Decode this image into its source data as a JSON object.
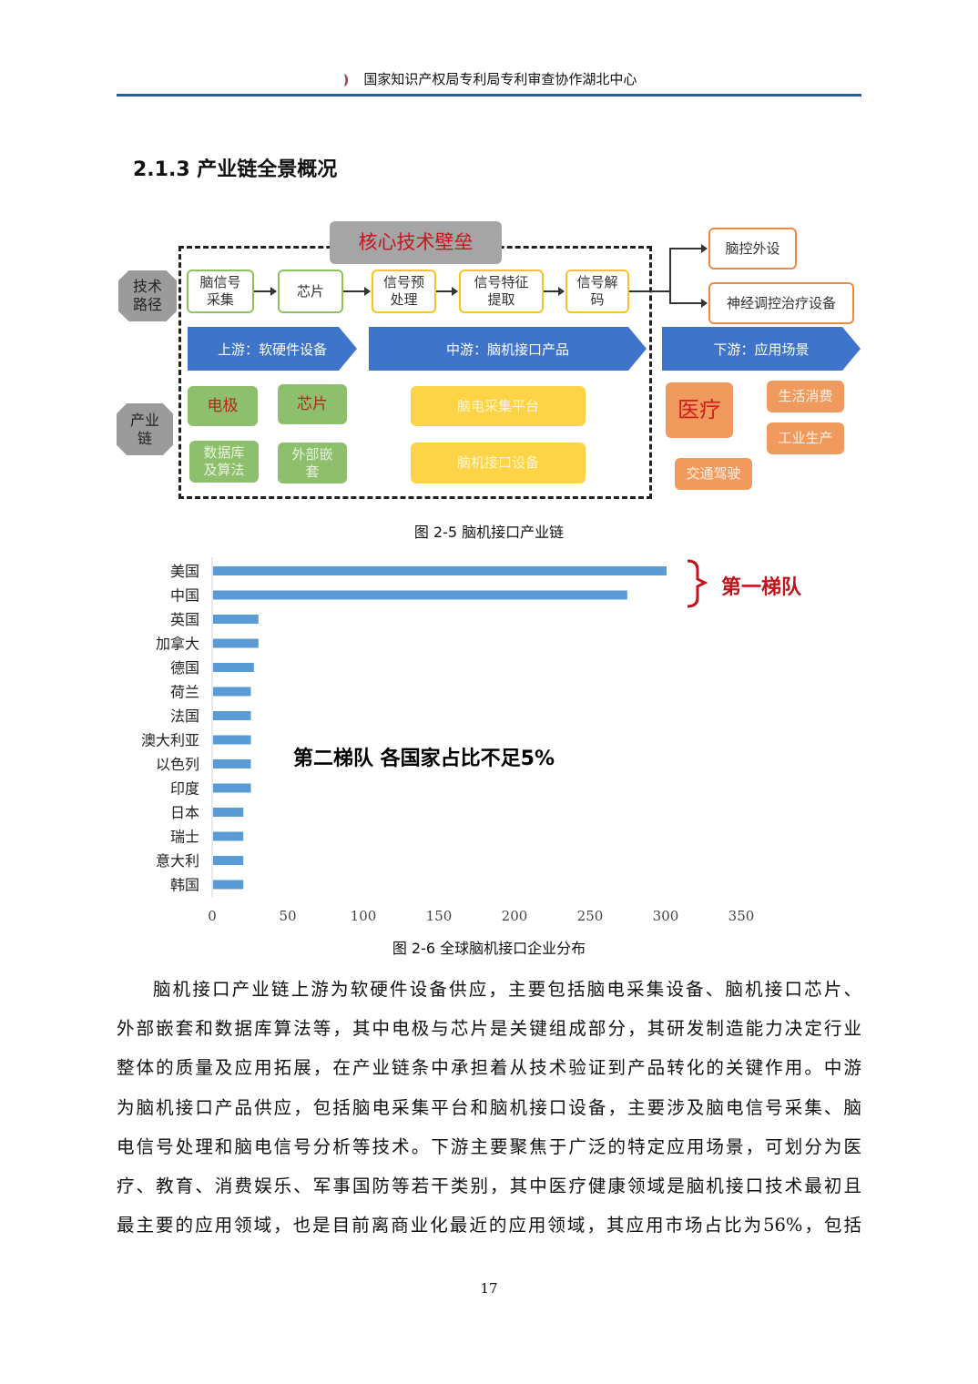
{
  "header": {
    "title": "国家知识产权局专利局专利审查协作湖北中心"
  },
  "section_title": "2.1.3  产业链全景概况",
  "diagram": {
    "core_barrier": "核心技术壁垒",
    "row_labels": {
      "tech_path": "技术\n路径",
      "industry_chain": "产业\n链"
    },
    "tech_steps": [
      "脑信号\n采集",
      "芯片",
      "信号预\n处理",
      "信号特征\n提取",
      "信号解\n码"
    ],
    "outputs": [
      "脑控外设",
      "神经调控治疗设备"
    ],
    "stages": [
      "上游：软硬件设备",
      "中游：脑机接口产品",
      "下游：应用场景"
    ],
    "upstream": [
      "电极",
      "芯片",
      "数据库\n及算法",
      "外部嵌\n套"
    ],
    "midstream": [
      "脑电采集平台",
      "脑机接口设备"
    ],
    "downstream": [
      "医疗",
      "生活消费",
      "工业生产",
      "交通驾驶"
    ]
  },
  "fig5_caption": "图 2-5  脑机接口产业链",
  "chart_data": {
    "type": "bar",
    "orientation": "horizontal",
    "categories": [
      "美国",
      "中国",
      "英国",
      "加拿大",
      "德国",
      "荷兰",
      "法国",
      "澳大利亚",
      "以色列",
      "印度",
      "日本",
      "瑞士",
      "意大利",
      "韩国"
    ],
    "values": [
      300,
      274,
      30,
      30,
      27,
      25,
      25,
      25,
      25,
      25,
      20,
      20,
      20,
      20
    ],
    "xlim": [
      0,
      350
    ],
    "xticks": [
      "0",
      "50",
      "100",
      "150",
      "200",
      "250",
      "300",
      "350"
    ],
    "bar_color": "#5b9bd5",
    "annotations": [
      "第一梯队",
      "第二梯队 各国家占比不足5%"
    ]
  },
  "fig6_caption": "图  2-6  全球脑机接口企业分布",
  "body_lines": [
    "脑机接口产业链上游为软硬件设备供应，主要包括脑电采集设备、脑机接口芯片、",
    "外部嵌套和数据库算法等，其中电极与芯片是关键组成部分，其研发制造能力决定行业",
    "整体的质量及应用拓展，在产业链条中承担着从技术验证到产品转化的关键作用。中游",
    "为脑机接口产品供应，包括脑电采集平台和脑机接口设备，主要涉及脑电信号采集、脑",
    "电信号处理和脑电信号分析等技术。下游主要聚焦于广泛的特定应用场景，可划分为医",
    "疗、教育、消费娱乐、军事国防等若干类别，其中医疗健康领域是脑机接口技术最初且",
    "最主要的应用领域，也是目前离商业化最近的应用领域，其应用市场占比为56%，包括"
  ],
  "page_number": "17"
}
